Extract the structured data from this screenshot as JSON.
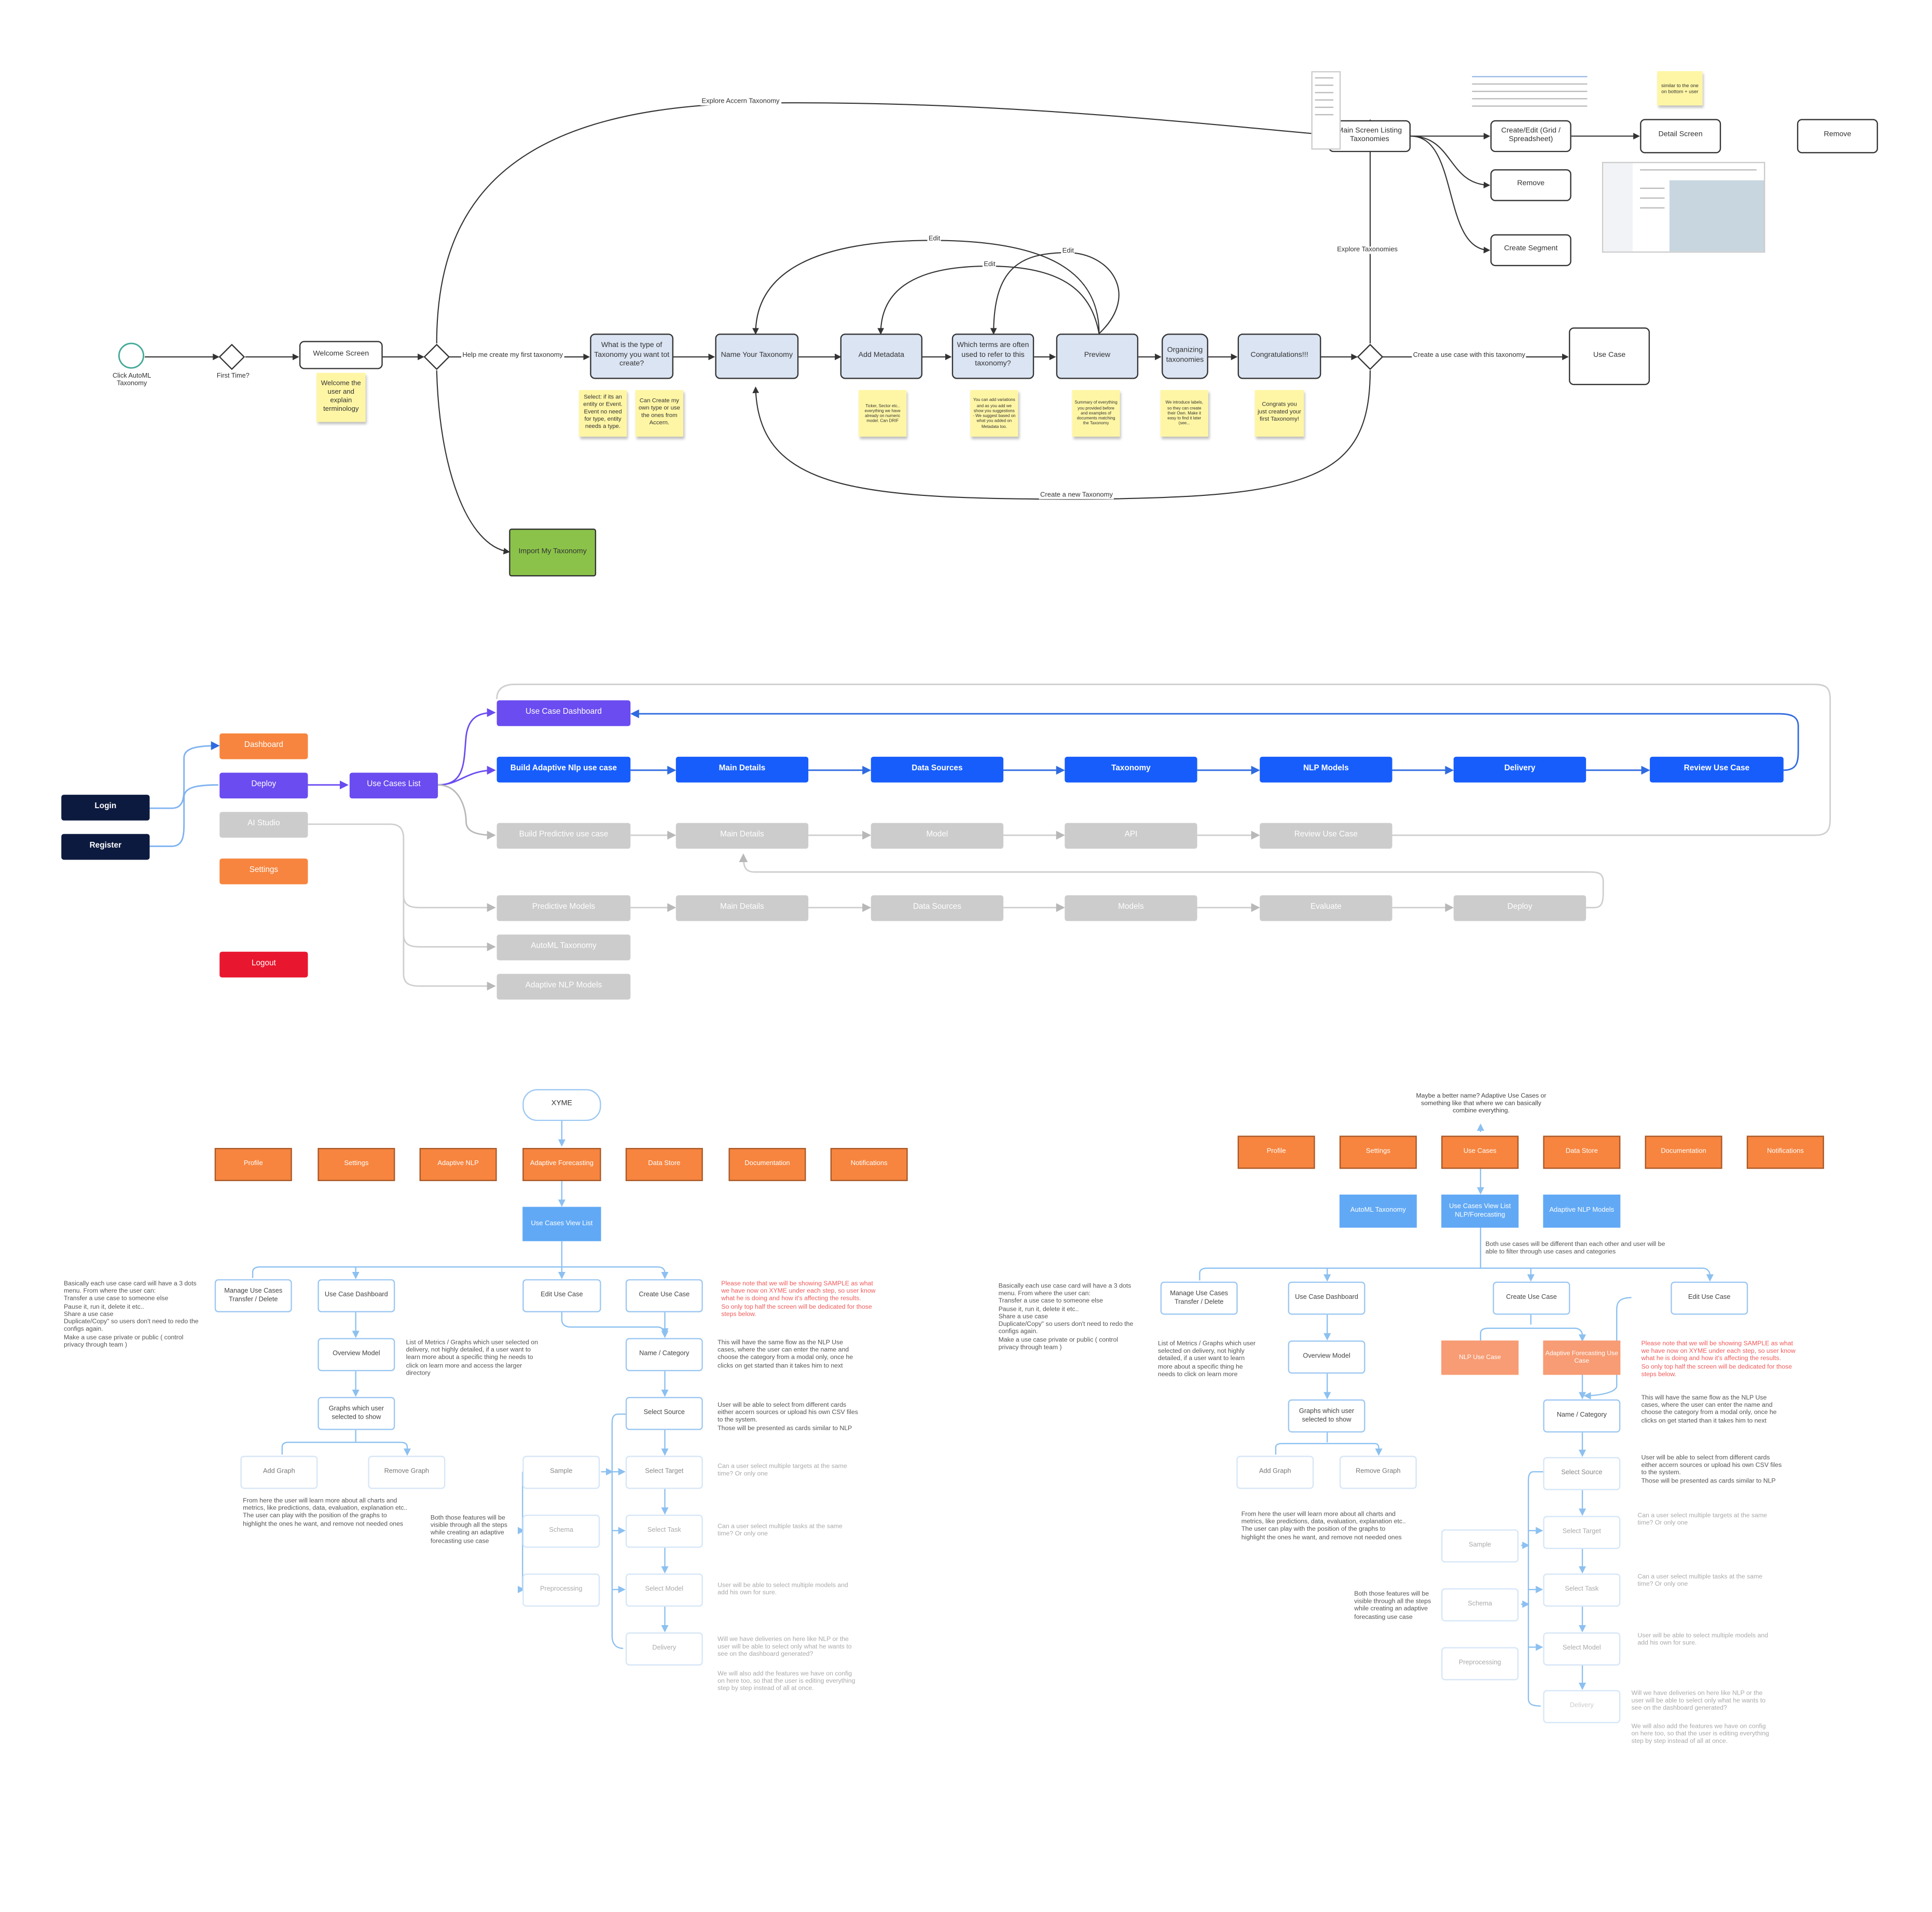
{
  "taxonomy": {
    "start_label": "Click AutoML Taxonomy",
    "first_time": "First Time?",
    "welcome": "Welcome Screen",
    "welcome_note": "Welcome the user and explain terminology",
    "help_edge": "Help me create my first taxonomy",
    "explore_edge": "Explore Accern Taxonomy",
    "type": "What is the type of Taxonomy you want tot create?",
    "type_note1": "Select: if its an entity or Event. Event no need for type, entity needs a type.",
    "type_note2": "Can Create my own type or use the ones from Accern.",
    "name": "Name Your Taxonomy",
    "metadata": "Add Metadata",
    "metadata_note": "Ticker, Sector etc.. everything we have already on numeric model. Can DRIF",
    "terms": "Which terms are often used to refer to this taxonomy?",
    "terms_note": "You can add variations and as you add we show you suggestions - We suggest based on what you added on Metadata too.",
    "preview": "Preview",
    "preview_note": "Summary of everything you provided before and examples of documents matching the Taxonomy",
    "organizing": "Organizing taxonomies",
    "organizing_note": "We introduce labels, so they can create their Own. Make it easy to find it later (see...",
    "congrats": "Congratulations!!!",
    "congrats_note": "Congrats you just created your first Taxonomy!",
    "usecase_edge": "Create a use case with this taxonomy",
    "usecase": "Use Case",
    "explore_tax_edge": "Explore Taxonomies",
    "new_tax_edge": "Create a new Taxonomy",
    "import": "Import My Taxonomy",
    "edit1": "Edit",
    "edit2": "Edit",
    "edit3": "Edit",
    "main_screen": "Main Screen Listing Taxonomies",
    "create_edit": "Create/Edit (Grid / Spreadsheet)",
    "detail": "Detail Screen",
    "remove_top": "Remove",
    "remove": "Remove",
    "segment": "Create Segment",
    "detail_note": "similar to the one on bottom + user"
  },
  "nav": {
    "login": "Login",
    "register": "Register",
    "dashboard": "Dashboard",
    "deploy": "Deploy",
    "ai_studio": "AI Studio",
    "settings": "Settings",
    "logout": "Logout",
    "use_cases_list": "Use Cases List",
    "use_case_dashboard": "Use Case Dashboard",
    "nlp_flow": [
      "Build Adaptive Nlp use case",
      "Main Details",
      "Data Sources",
      "Taxonomy",
      "NLP Models",
      "Delivery",
      "Review Use Case"
    ],
    "predictive_flow": [
      "Build Predictive use case",
      "Main Details",
      "Model",
      "API",
      "Review Use Case"
    ],
    "models_flow": [
      "Predictive Models",
      "Main Details",
      "Data Sources",
      "Models",
      "Evaluate",
      "Deploy"
    ],
    "automl_taxonomy": "AutoML Taxonomy",
    "adaptive_nlp_models": "Adaptive NLP Models"
  },
  "left": {
    "xyme": "XYME",
    "tabs": [
      "Profile",
      "Settings",
      "Adaptive NLP",
      "Adaptive Forecasting",
      "Data Store",
      "Documentation",
      "Notifications"
    ],
    "view_list": "Use Cases View List",
    "manage": "Manage Use Cases Transfer / Delete",
    "dashboard": "Use Case Dashboard",
    "edit": "Edit Use Case",
    "create": "Create Use Case",
    "overview": "Overview Model",
    "graphs": "Graphs which user selected to show",
    "add_graph": "Add Graph",
    "remove_graph": "Remove Graph",
    "name_cat": "Name / Category",
    "select_source": "Select Source",
    "sample": "Sample",
    "select_target": "Select Target",
    "schema": "Schema",
    "select_task": "Select Task",
    "preprocessing": "Preprocessing",
    "select_model": "Select Model",
    "delivery": "Delivery",
    "note_cards": "Basically each use case card will have a 3 dots menu. From where the user can:\nTransfer a use case to someone else\nPause it, run it, delete it etc..\nShare a use case\nDuplicate/Copy\" so users don't need to redo the configs again.\nMake a use case private or public ( control privacy through team )",
    "note_metrics": "List of Metrics / Graphs which user selected on delivery, not highly detailed, if a user want to learn more about a specific thing he needs to click on learn more and access the larger directory",
    "note_red": "Please note that we will be showing SAMPLE as what we have now on XYME under each step, so user know what he is doing and how it's affecting the results.\nSo only top half the screen will be dedicated for those steps below.",
    "note_flow": "This will have the same flow as the NLP Use cases, where the user can enter the name and choose the category from a modal only, once he clicks on get started than it takes him to next",
    "note_source": "User will be able to select from different cards either accern sources or upload his own CSV files to the system.\nThose will be presented as cards similar to NLP",
    "note_target": "Can a user select multiple targets at the same time? Or only one",
    "note_task": "Can a user select multiple tasks at the same time? Or only one",
    "note_model": "User will be able to select multiple models and add his own for sure.",
    "note_delivery": "Will we have deliveries on here like NLP or the user will be able to select only what he wants to see on the dashboard generated?",
    "note_delivery2": "We will also add the features we have on config on here too, so that the user is editing everything step by step instead of all at once.",
    "note_graph": "From here the user will learn more about all charts and metrics, like predictions, data, evaluation, explanation etc..\nThe user can play with the position of the graphs to highlight the ones he want, and remove not needed ones",
    "note_both": "Both those features will be visible through all the steps while creating an adaptive forecasting use case"
  },
  "right": {
    "top_note": "Maybe a better name? Adaptive Use Cases or something like that where we can basically combine everything.",
    "tabs": [
      "Profile",
      "Settings",
      "Use Cases",
      "Data Store",
      "Documentation",
      "Notifications"
    ],
    "automl": "AutoML Taxonomy",
    "view_list": "Use Cases View List NLP/Forecasting",
    "adaptive_nlp": "Adaptive NLP Models",
    "both_note": "Both use cases will be different than each other and user will be able to filter through use cases and categories",
    "manage": "Manage Use Cases Transfer / Delete",
    "dashboard": "Use Case Dashboard",
    "create": "Create Use Case",
    "edit": "Edit Use Case",
    "nlp_case": "NLP Use Case",
    "af_case": "Adaptive Forecasting Use Case",
    "overview": "Overview Model",
    "graphs": "Graphs which user selected to show",
    "add_graph": "Add Graph",
    "remove_graph": "Remove Graph",
    "name_cat": "Name / Category",
    "select_source": "Select Source",
    "select_target": "Select Target",
    "select_task": "Select Task",
    "select_model": "Select Model",
    "delivery": "Delivery",
    "sample": "Sample",
    "schema": "Schema",
    "preprocessing": "Preprocessing",
    "note_cards": "Basically each use case card will have a 3 dots menu. From where the user can:\nTransfer a use case to someone else\nPause it, run it, delete it etc..\nShare a use case\nDuplicate/Copy\" so users don't need to redo the configs again.\nMake a use case private or public ( control privacy through team )",
    "note_metrics": "List of Metrics / Graphs which user selected on delivery, not highly detailed, if a user want to learn more about a specific thing he needs to click on learn more",
    "note_red": "Please note that we will be showing SAMPLE as what we have now on XYME under each step, so user know what he is doing and how it's affecting the results.\nSo only top half the screen will be dedicated for those steps below.",
    "note_flow": "This will have the same flow as the NLP Use cases, where the user can enter the name and choose the category from a modal only, once he clicks on get started than it takes him to next",
    "note_source": "User will be able to select from different cards either accern sources or upload his own CSV files to the system.\nThose will be presented as cards similar to NLP",
    "note_target": "Can a user select multiple targets at the same time? Or only one",
    "note_task": "Can a user select multiple tasks at the same time? Or only one",
    "note_model": "User will be able to select multiple models and add his own for sure.",
    "note_delivery": "Will we have deliveries on here like NLP or the user will be able to select only what he wants to see on the dashboard generated?",
    "note_delivery2": "We will also add the features we have on config on here too, so that the user is editing everything step by step instead of all at once.",
    "note_graph": "From here the user will learn more about all charts and metrics, like predictions, data, evaluation, explanation etc..\nThe user can play with the position of the graphs to highlight the ones he want, and remove not needed ones",
    "note_both": "Both those features will be visible through all the steps while creating an adaptive forecasting use case"
  },
  "colors": {
    "navy": "#0d1a3f",
    "orange": "#f7853f",
    "purple": "#6b4cf0",
    "royal": "#175dfc",
    "grey": "#cccccc",
    "red": "#e8162e",
    "green": "#8bc34a",
    "sticky": "#fff6a5",
    "sky": "#61a9f5",
    "salmon": "#f79c74",
    "light_blue": "#dbe4f3"
  }
}
